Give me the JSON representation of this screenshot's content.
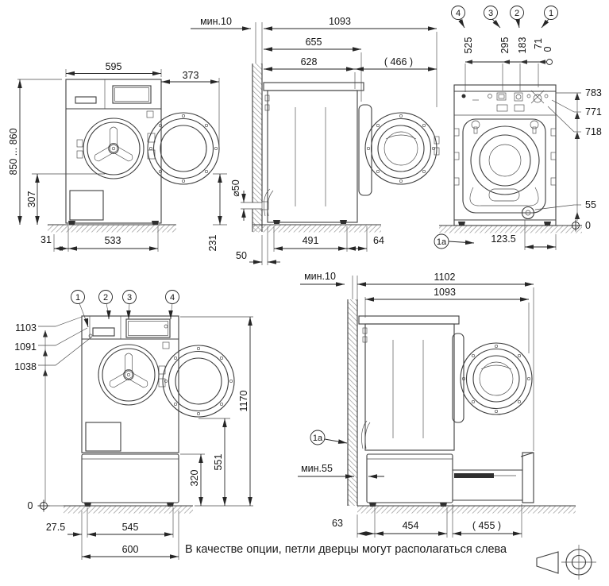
{
  "colors": {
    "line": "#3c3c3c",
    "dimension": "#262626",
    "text": "#141414",
    "hatch": "#8f8f8f",
    "background": "#ffffff"
  },
  "front_view": {
    "width": "595",
    "door_swing": "373",
    "height_range": "850 ... 860",
    "pump_height": "307",
    "side_offset": "31",
    "feet_span": "533"
  },
  "side_view": {
    "wall_gap": "мин.10",
    "overall_depth": "1093",
    "depth_with_door": "655",
    "body_depth": "628",
    "door_clearance": "( 466 )",
    "drain_hole": "⌀50",
    "rear_clearance": "50",
    "feet_span": "491",
    "front_offset": "64",
    "drain_height": "231"
  },
  "rear_view": {
    "callouts": [
      "4",
      "3",
      "2",
      "1"
    ],
    "connection_offsets": [
      "525",
      "295",
      "183",
      "71",
      "0"
    ],
    "height_783": "783",
    "height_771": "771",
    "height_718": "718",
    "height_55": "55",
    "ground_zero": "0",
    "detail_ref": "1a",
    "drain_offset": "123.5"
  },
  "pedestal_front_view": {
    "callouts": [
      "1",
      "2",
      "3",
      "4"
    ],
    "height_1103": "1103",
    "height_1091": "1091",
    "height_1038": "1038",
    "ground_zero": "0",
    "overall_height": "1170",
    "drum_height": "551",
    "pedestal_height": "320",
    "side_offset": "27.5",
    "feet_span": "545",
    "width": "600"
  },
  "pedestal_side_view": {
    "wall_gap": "мин.10",
    "overall_depth": "1102",
    "depth_to_door": "1093",
    "detail_ref": "1a",
    "pedestal_gap": "мин.55",
    "rear_offset": "63",
    "feet_span": "454",
    "drawer_extension": "( 455 )"
  },
  "footer": {
    "note": "В качестве опции, петли дверцы могут располагаться слева"
  }
}
